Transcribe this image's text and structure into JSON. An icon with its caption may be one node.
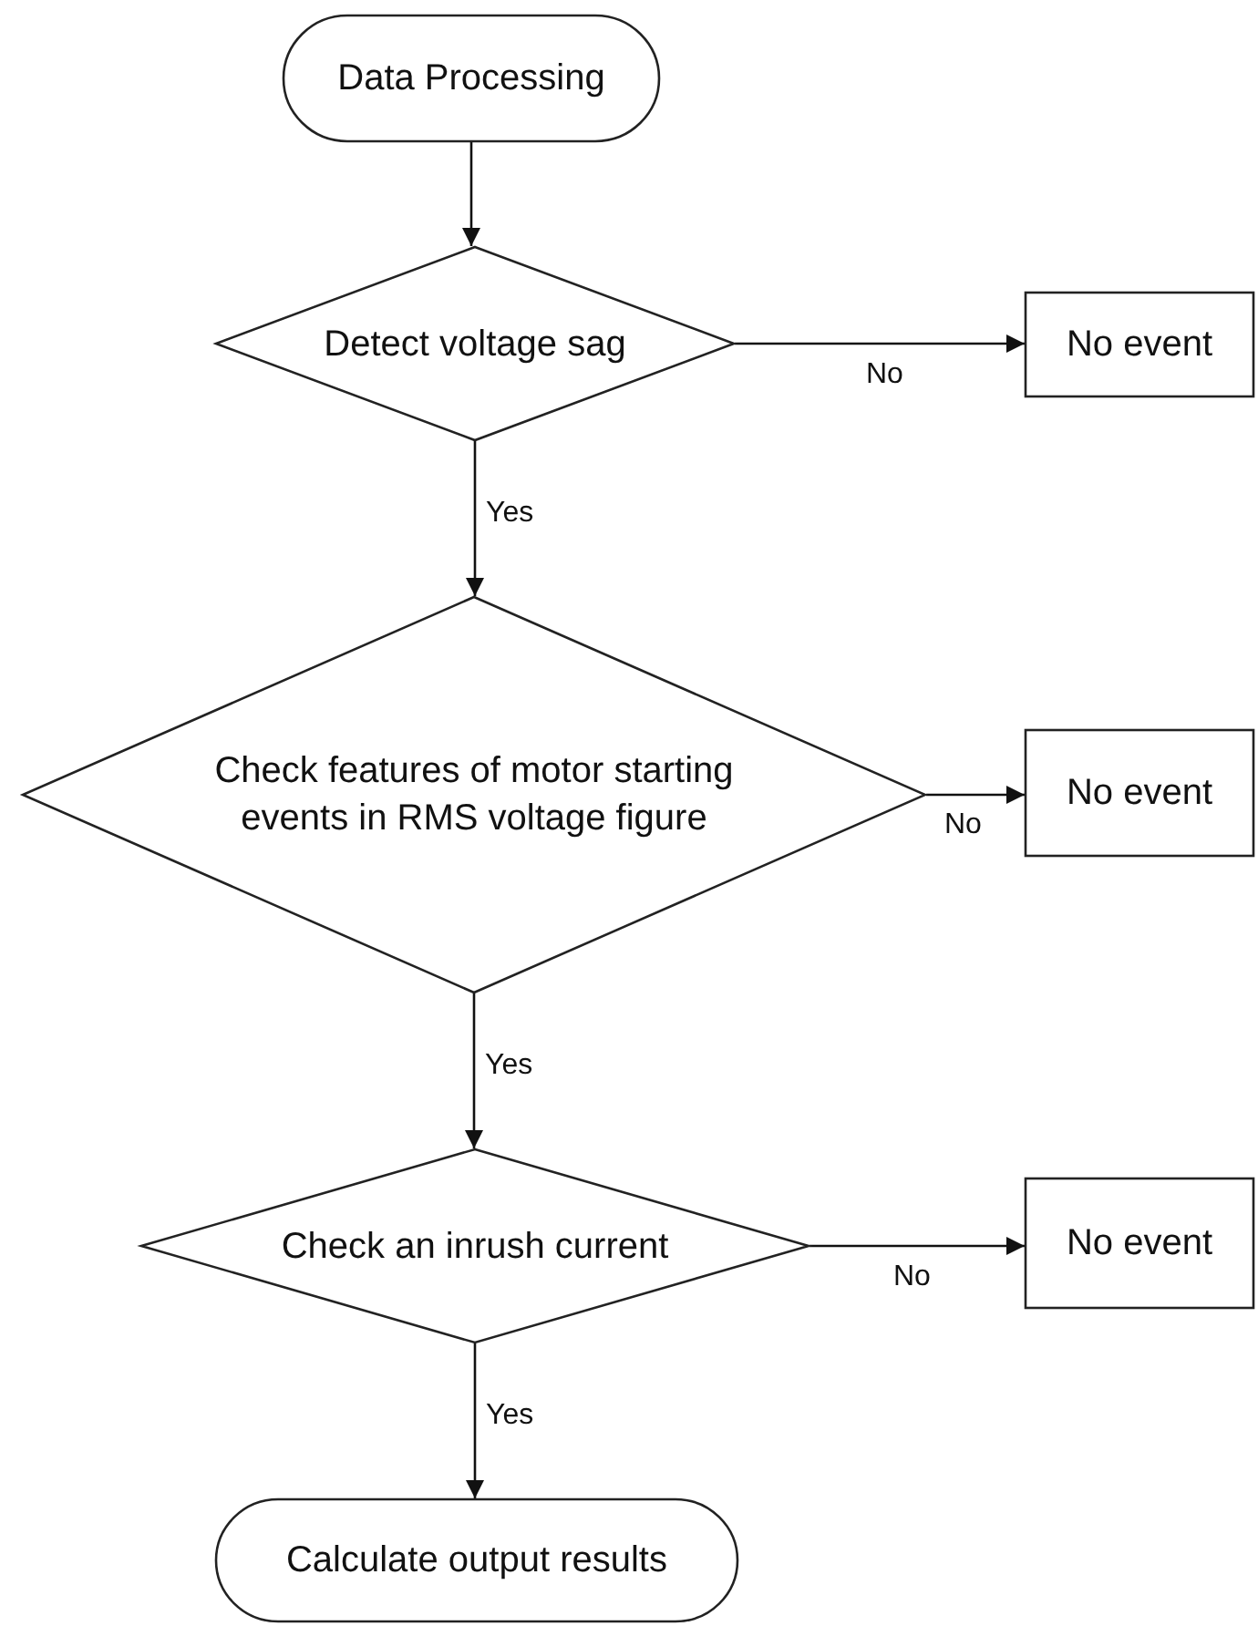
{
  "diagram": {
    "nodes": [
      {
        "text": [
          "Data Processing"
        ]
      },
      {
        "text": [
          "Detect voltage sag"
        ]
      },
      {
        "text": [
          "No event"
        ]
      },
      {
        "text": [
          "Check features of motor starting events in RMS voltage figure"
        ]
      },
      {
        "text": [
          "No event"
        ]
      },
      {
        "text": [
          "Check an inrush current"
        ]
      },
      {
        "text": [
          "No event"
        ]
      },
      {
        "text": [
          "Calculate output results"
        ]
      }
    ],
    "edges": [
      {
        "from": 0,
        "to": 1,
        "arrow": "to"
      },
      {
        "from": 1,
        "to": 2,
        "arrow": "to",
        "label": "No"
      },
      {
        "from": 1,
        "to": 3,
        "arrow": "to",
        "label": "Yes"
      },
      {
        "from": 3,
        "to": 4,
        "arrow": "to",
        "label": "No"
      },
      {
        "from": 3,
        "to": 5,
        "arrow": "to",
        "label": "Yes"
      },
      {
        "from": 5,
        "to": 6,
        "arrow": "to",
        "label": "No"
      },
      {
        "from": 5,
        "to": 7,
        "arrow": "to",
        "label": "Yes"
      }
    ]
  }
}
